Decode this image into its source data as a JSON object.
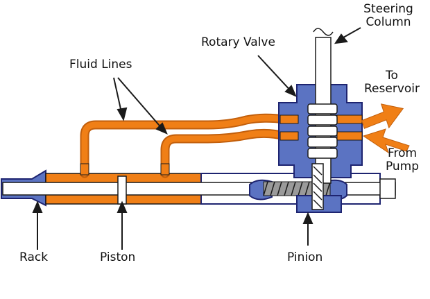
{
  "labels": {
    "steering_column": [
      "Steering",
      "Column"
    ],
    "rotary_valve": "Rotary Valve",
    "fluid_lines": "Fluid Lines",
    "to_reservoir": [
      "To",
      "Reservoir"
    ],
    "from_pump": [
      "From",
      "Pump"
    ],
    "rack": "Rack",
    "piston": "Piston",
    "pinion": "Pinion"
  },
  "colors": {
    "housing_fill": "#5b73c2",
    "housing_outline": "#1e2470",
    "fluid": "#f07f16",
    "rack_fill": "#ffffff",
    "outline": "#1a1a1a"
  }
}
